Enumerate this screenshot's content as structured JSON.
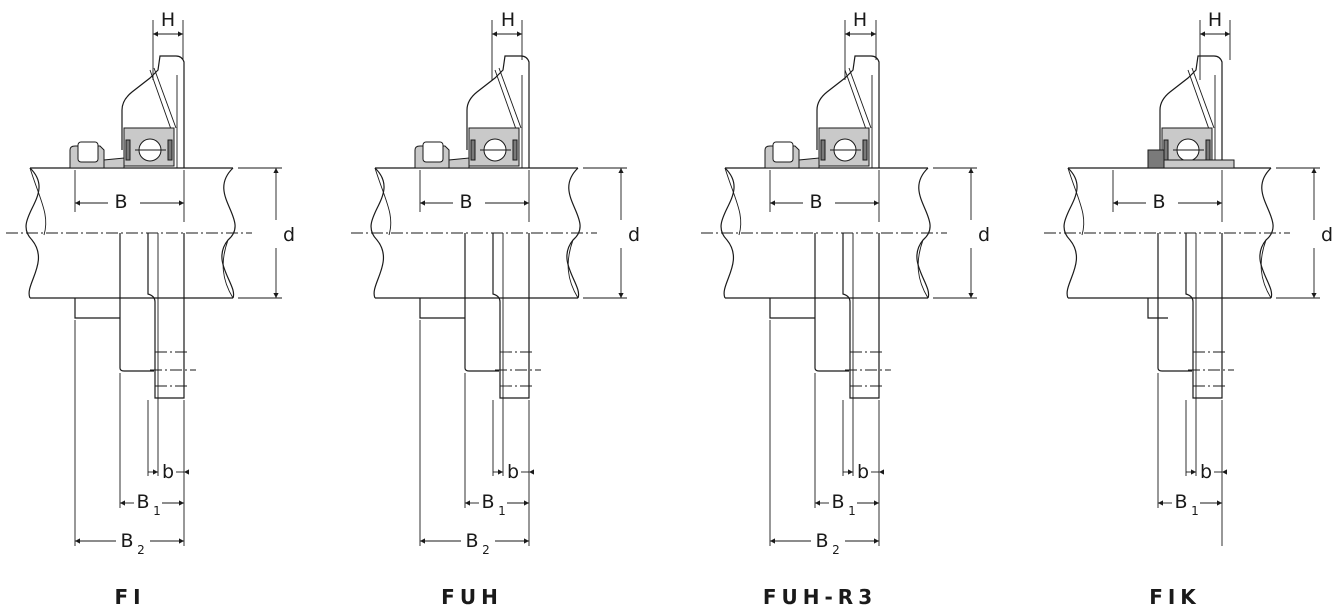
{
  "dimension_labels": {
    "H": "H",
    "B": "B",
    "d": "d",
    "b": "b",
    "B1_main": "B",
    "B1_sub": "1",
    "B2_main": "B",
    "B2_sub": "2"
  },
  "units": [
    {
      "id": "fi",
      "caption": "FI",
      "has_B2": true,
      "collar": "eccentric"
    },
    {
      "id": "fuh",
      "caption": "FUH",
      "has_B2": true,
      "collar": "eccentric"
    },
    {
      "id": "fuh-r3",
      "caption": "FUH-R3",
      "has_B2": true,
      "collar": "eccentric"
    },
    {
      "id": "fik",
      "caption": "FIK",
      "has_B2": false,
      "collar": "sleeve"
    }
  ]
}
